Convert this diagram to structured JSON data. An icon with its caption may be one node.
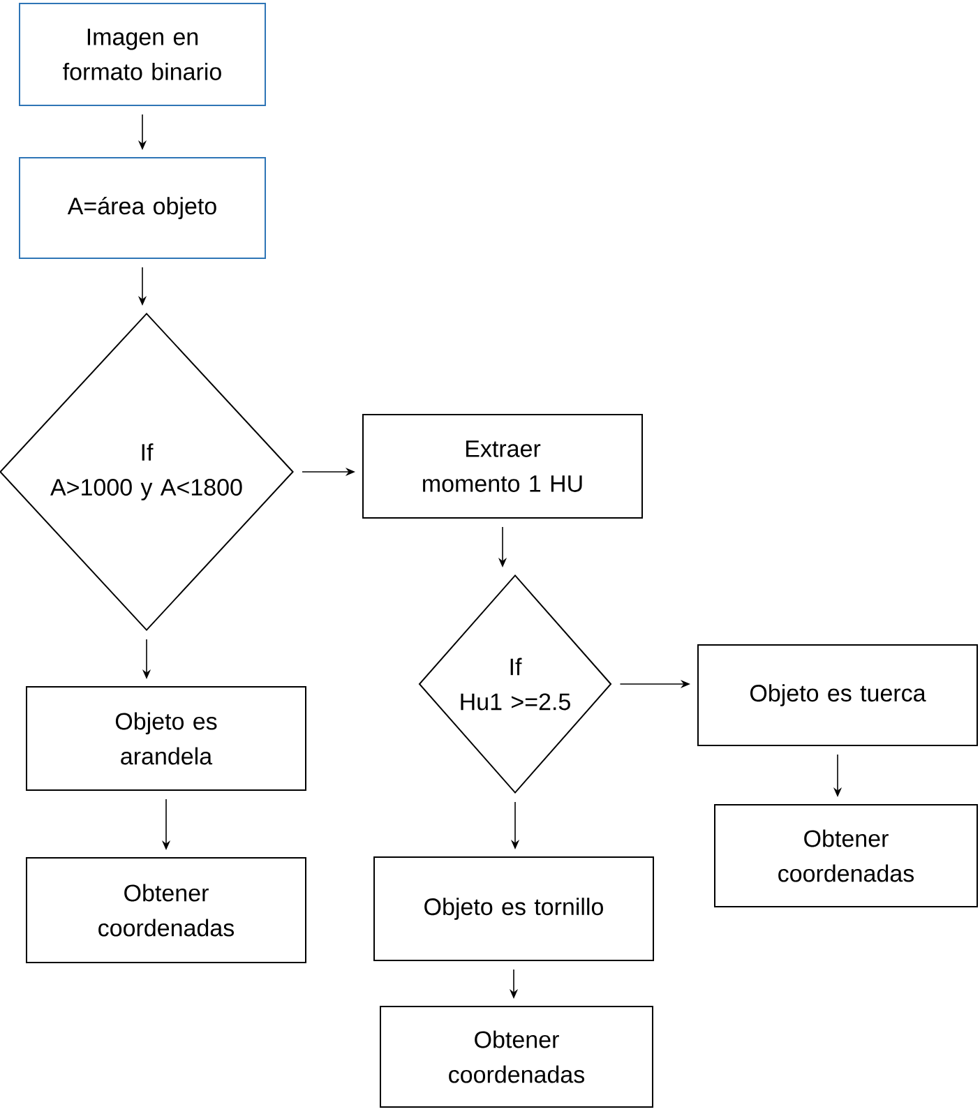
{
  "diagram": {
    "nodes": [
      {
        "text": [
          "Imagen en formato binario"
        ]
      },
      {
        "text": [
          "A=área objeto"
        ]
      },
      {
        "text": [
          "If",
          "A>1000 y A<1800"
        ]
      },
      {
        "text": [
          "Extraer momento 1 HU"
        ]
      },
      {
        "text": [
          "If",
          "Hu1 >=2.5"
        ]
      },
      {
        "text": [
          "Objeto es tuerca"
        ]
      },
      {
        "text": [
          "Obtener coordenadas"
        ]
      },
      {
        "text": [
          "Objeto es arandela"
        ]
      },
      {
        "text": [
          "Obtener coordenadas"
        ]
      },
      {
        "text": [
          "Objeto es tornillo"
        ]
      },
      {
        "text": [
          "Obtener coordenadas"
        ]
      }
    ],
    "edges": [
      {
        "from": 0,
        "to": 1,
        "arrow": "to"
      },
      {
        "from": 1,
        "to": 2,
        "arrow": "to"
      },
      {
        "from": 2,
        "to": 3,
        "arrow": "to"
      },
      {
        "from": 3,
        "to": 4,
        "arrow": "to"
      },
      {
        "from": 4,
        "to": 5,
        "arrow": "to"
      },
      {
        "from": 5,
        "to": 6,
        "arrow": "to"
      },
      {
        "from": 2,
        "to": 7,
        "arrow": "to"
      },
      {
        "from": 7,
        "to": 8,
        "arrow": "to"
      },
      {
        "from": 4,
        "to": 9,
        "arrow": "to"
      },
      {
        "from": 9,
        "to": 10,
        "arrow": "to"
      }
    ]
  }
}
